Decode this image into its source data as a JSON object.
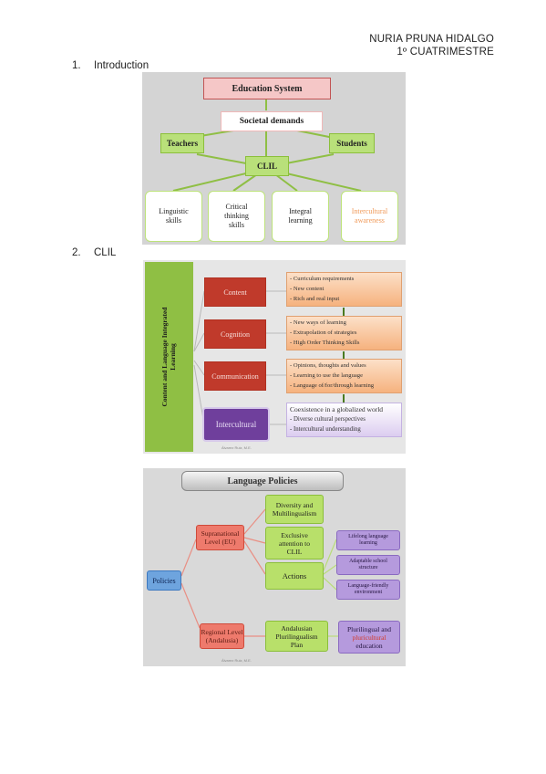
{
  "header": {
    "name": "NURIA PRUNA HIDALGO",
    "term": "1º CUATRIMESTRE"
  },
  "sections": [
    {
      "number": "1.",
      "title": "Introduction"
    },
    {
      "number": "2.",
      "title": "CLIL"
    }
  ],
  "fig1": {
    "title": "Education System",
    "societal": "Societal demands",
    "teachers": "Teachers",
    "students": "Students",
    "clil": "CLIL",
    "skills": [
      {
        "line1": "Linguistic",
        "line2": "skills",
        "line3": ""
      },
      {
        "line1": "Critical",
        "line2": "thinking",
        "line3": "skills"
      },
      {
        "line1": "Integral",
        "line2": "learning",
        "line3": ""
      },
      {
        "line1": "Intercultural",
        "line2": "awareness",
        "line3": ""
      }
    ]
  },
  "fig2": {
    "vertical_title_line1": "Content and Language Integrated",
    "vertical_title_line2": "Learning",
    "categories": [
      "Content",
      "Cognition",
      "Communication",
      "Intercultural"
    ],
    "details": [
      [
        "- Curriculum requirements",
        "- New content",
        "- Rich and real input"
      ],
      [
        "- New ways of learning",
        "- Extrapolation of strategies",
        "- High Order Thinking Skills"
      ],
      [
        "- Opinions, thoughts and values",
        "- Learning to use the language",
        "- Language of/for/through learning"
      ],
      [
        "Coexistence in a globalized world",
        "- Diverse cultural perspectives",
        "- Intercultural understanding"
      ]
    ],
    "watermark": "Álvarez Ruiz, M.E."
  },
  "fig3": {
    "title": "Language Policies",
    "policies": "Policies",
    "supranational_line1": "Supranational",
    "supranational_line2": "Level (EU)",
    "regional_line1": "Regional Level",
    "regional_line2": "(Andalusia)",
    "diversity_line1": "Diversity and",
    "diversity_line2": "Multilingualism",
    "exclusive_line1": "Exclusive",
    "exclusive_line2": "attention to",
    "exclusive_line3": "CLIL",
    "actions": "Actions",
    "lifelong_line1": "Lifelong language",
    "lifelong_line2": "learning",
    "adaptable_line1": "Adaptable school",
    "adaptable_line2": "structure",
    "friendly_line1": "Language-friendly",
    "friendly_line2": "environment",
    "andalusian_line1": "Andalusian",
    "andalusian_line2": "Plurilingualism",
    "andalusian_line3": "Plan",
    "education_line1": "Plurilingual and",
    "education_line2_highlight": "pluricultural",
    "education_line3": "education",
    "watermark": "Álvarez Ruiz, M.E."
  }
}
